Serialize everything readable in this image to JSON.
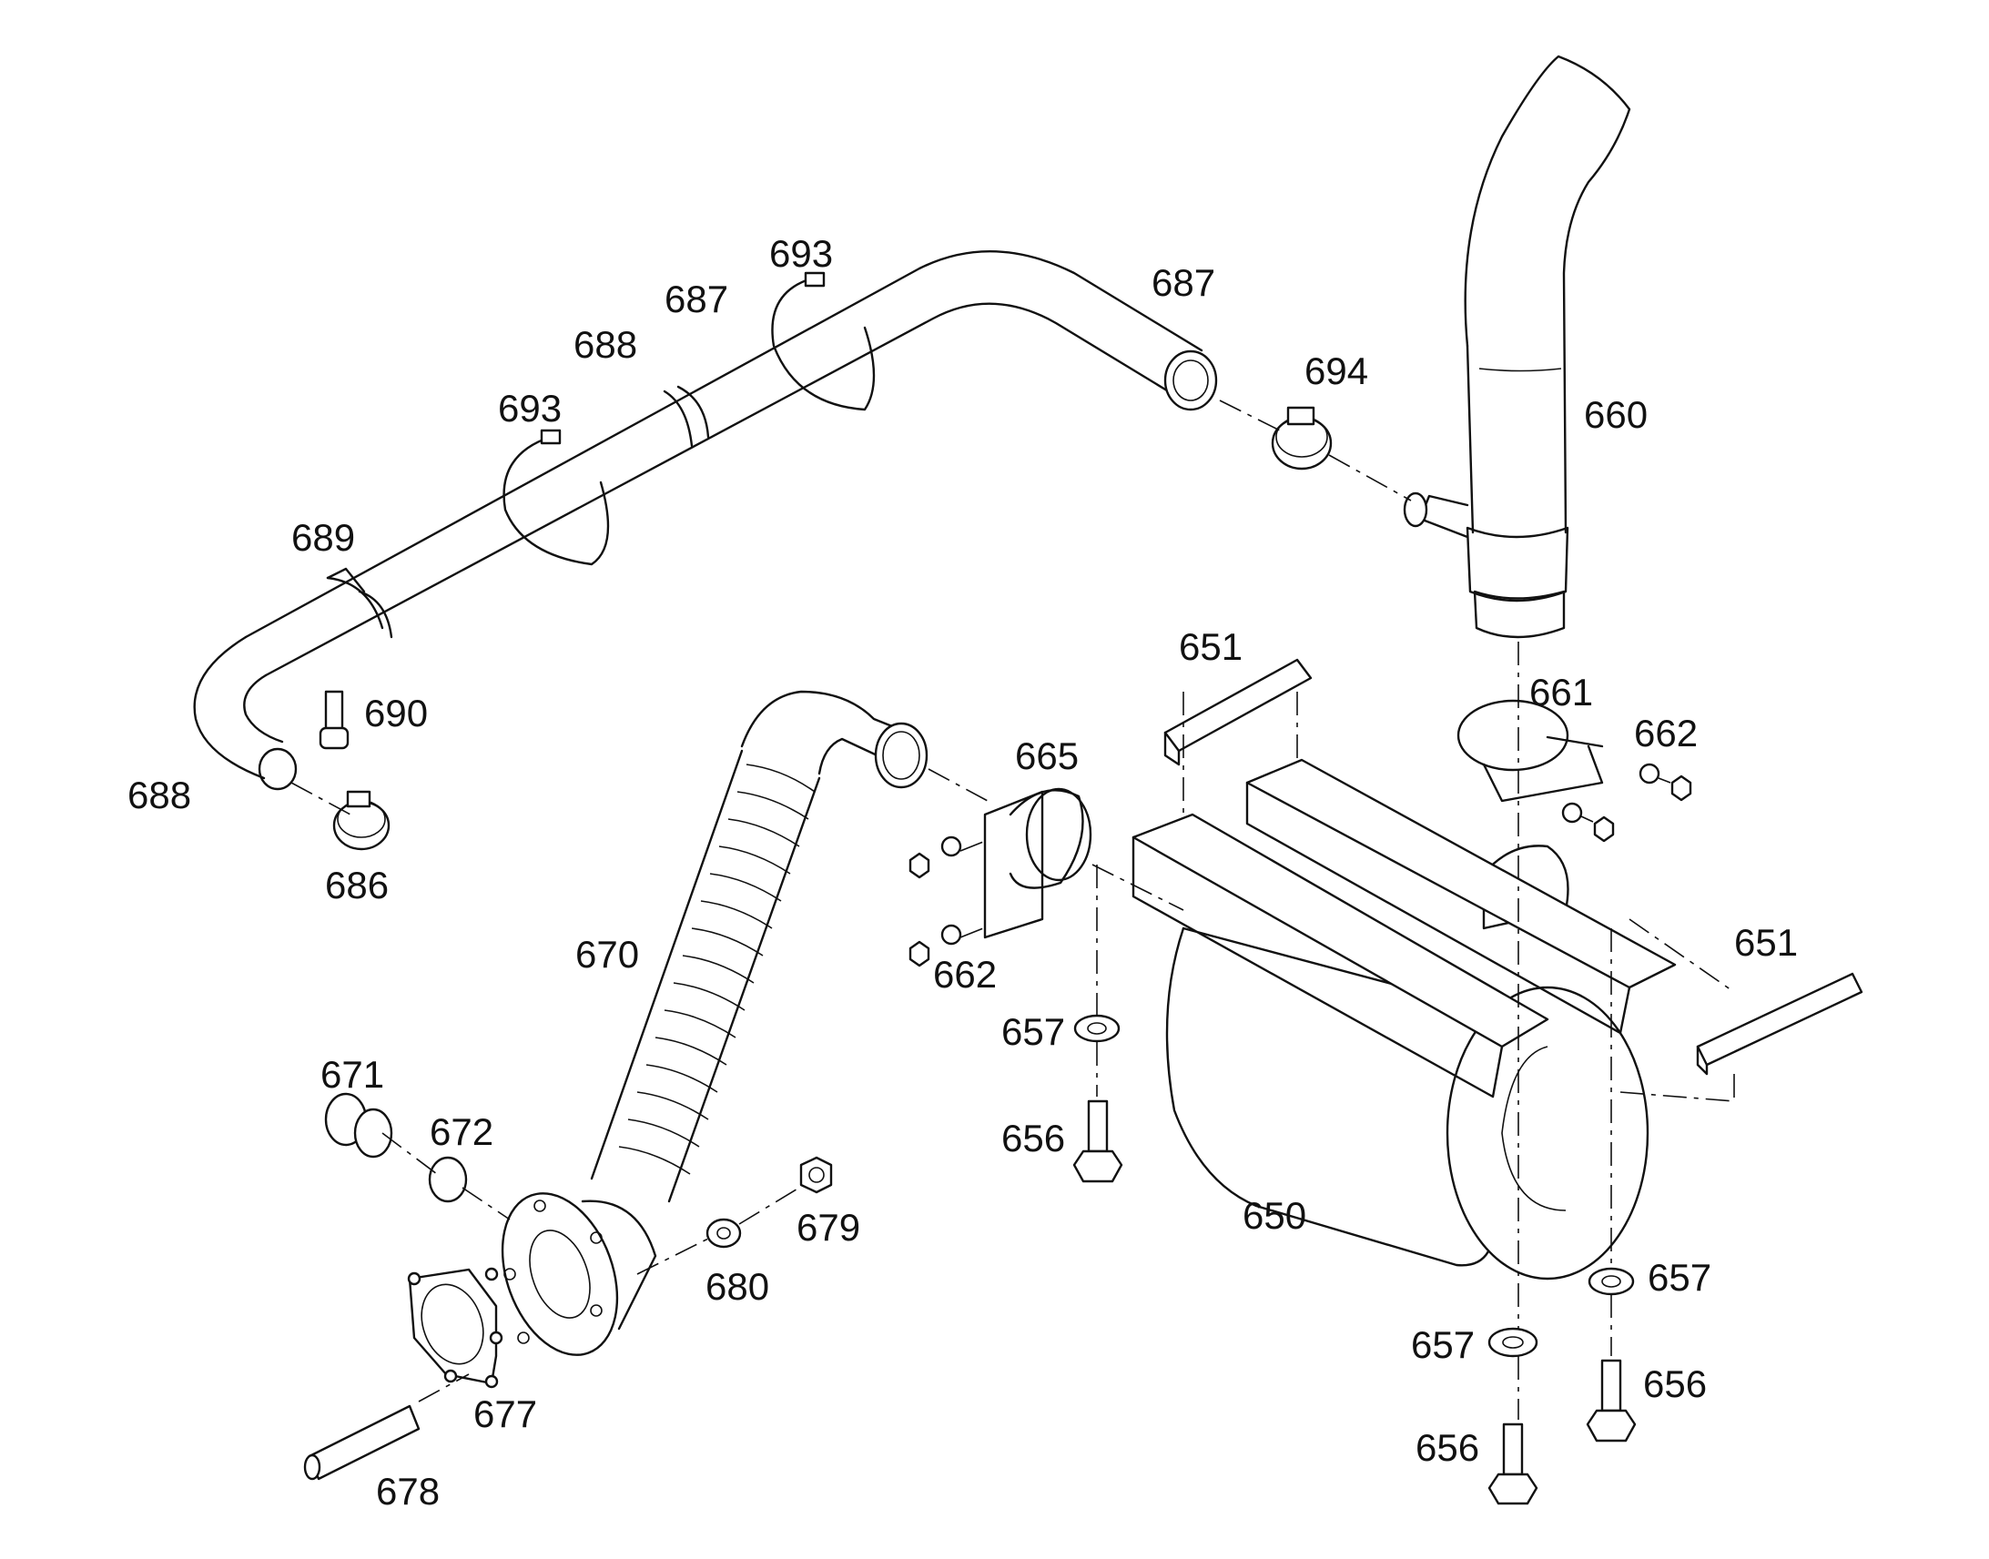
{
  "background": "#ffffff",
  "line_color": "#111111",
  "labels": {
    "l650": "650",
    "l651a": "651",
    "l651b": "651",
    "l656a": "656",
    "l656b": "656",
    "l656c": "656",
    "l657a": "657",
    "l657b": "657",
    "l657c": "657",
    "l660": "660",
    "l661": "661",
    "l662a": "662",
    "l662b": "662",
    "l665": "665",
    "l670": "670",
    "l671": "671",
    "l672": "672",
    "l677": "677",
    "l678": "678",
    "l679": "679",
    "l680": "680",
    "l686": "686",
    "l687a": "687",
    "l687b": "687",
    "l688a": "688",
    "l688b": "688",
    "l689": "689",
    "l690": "690",
    "l693a": "693",
    "l693b": "693",
    "l694": "694"
  }
}
